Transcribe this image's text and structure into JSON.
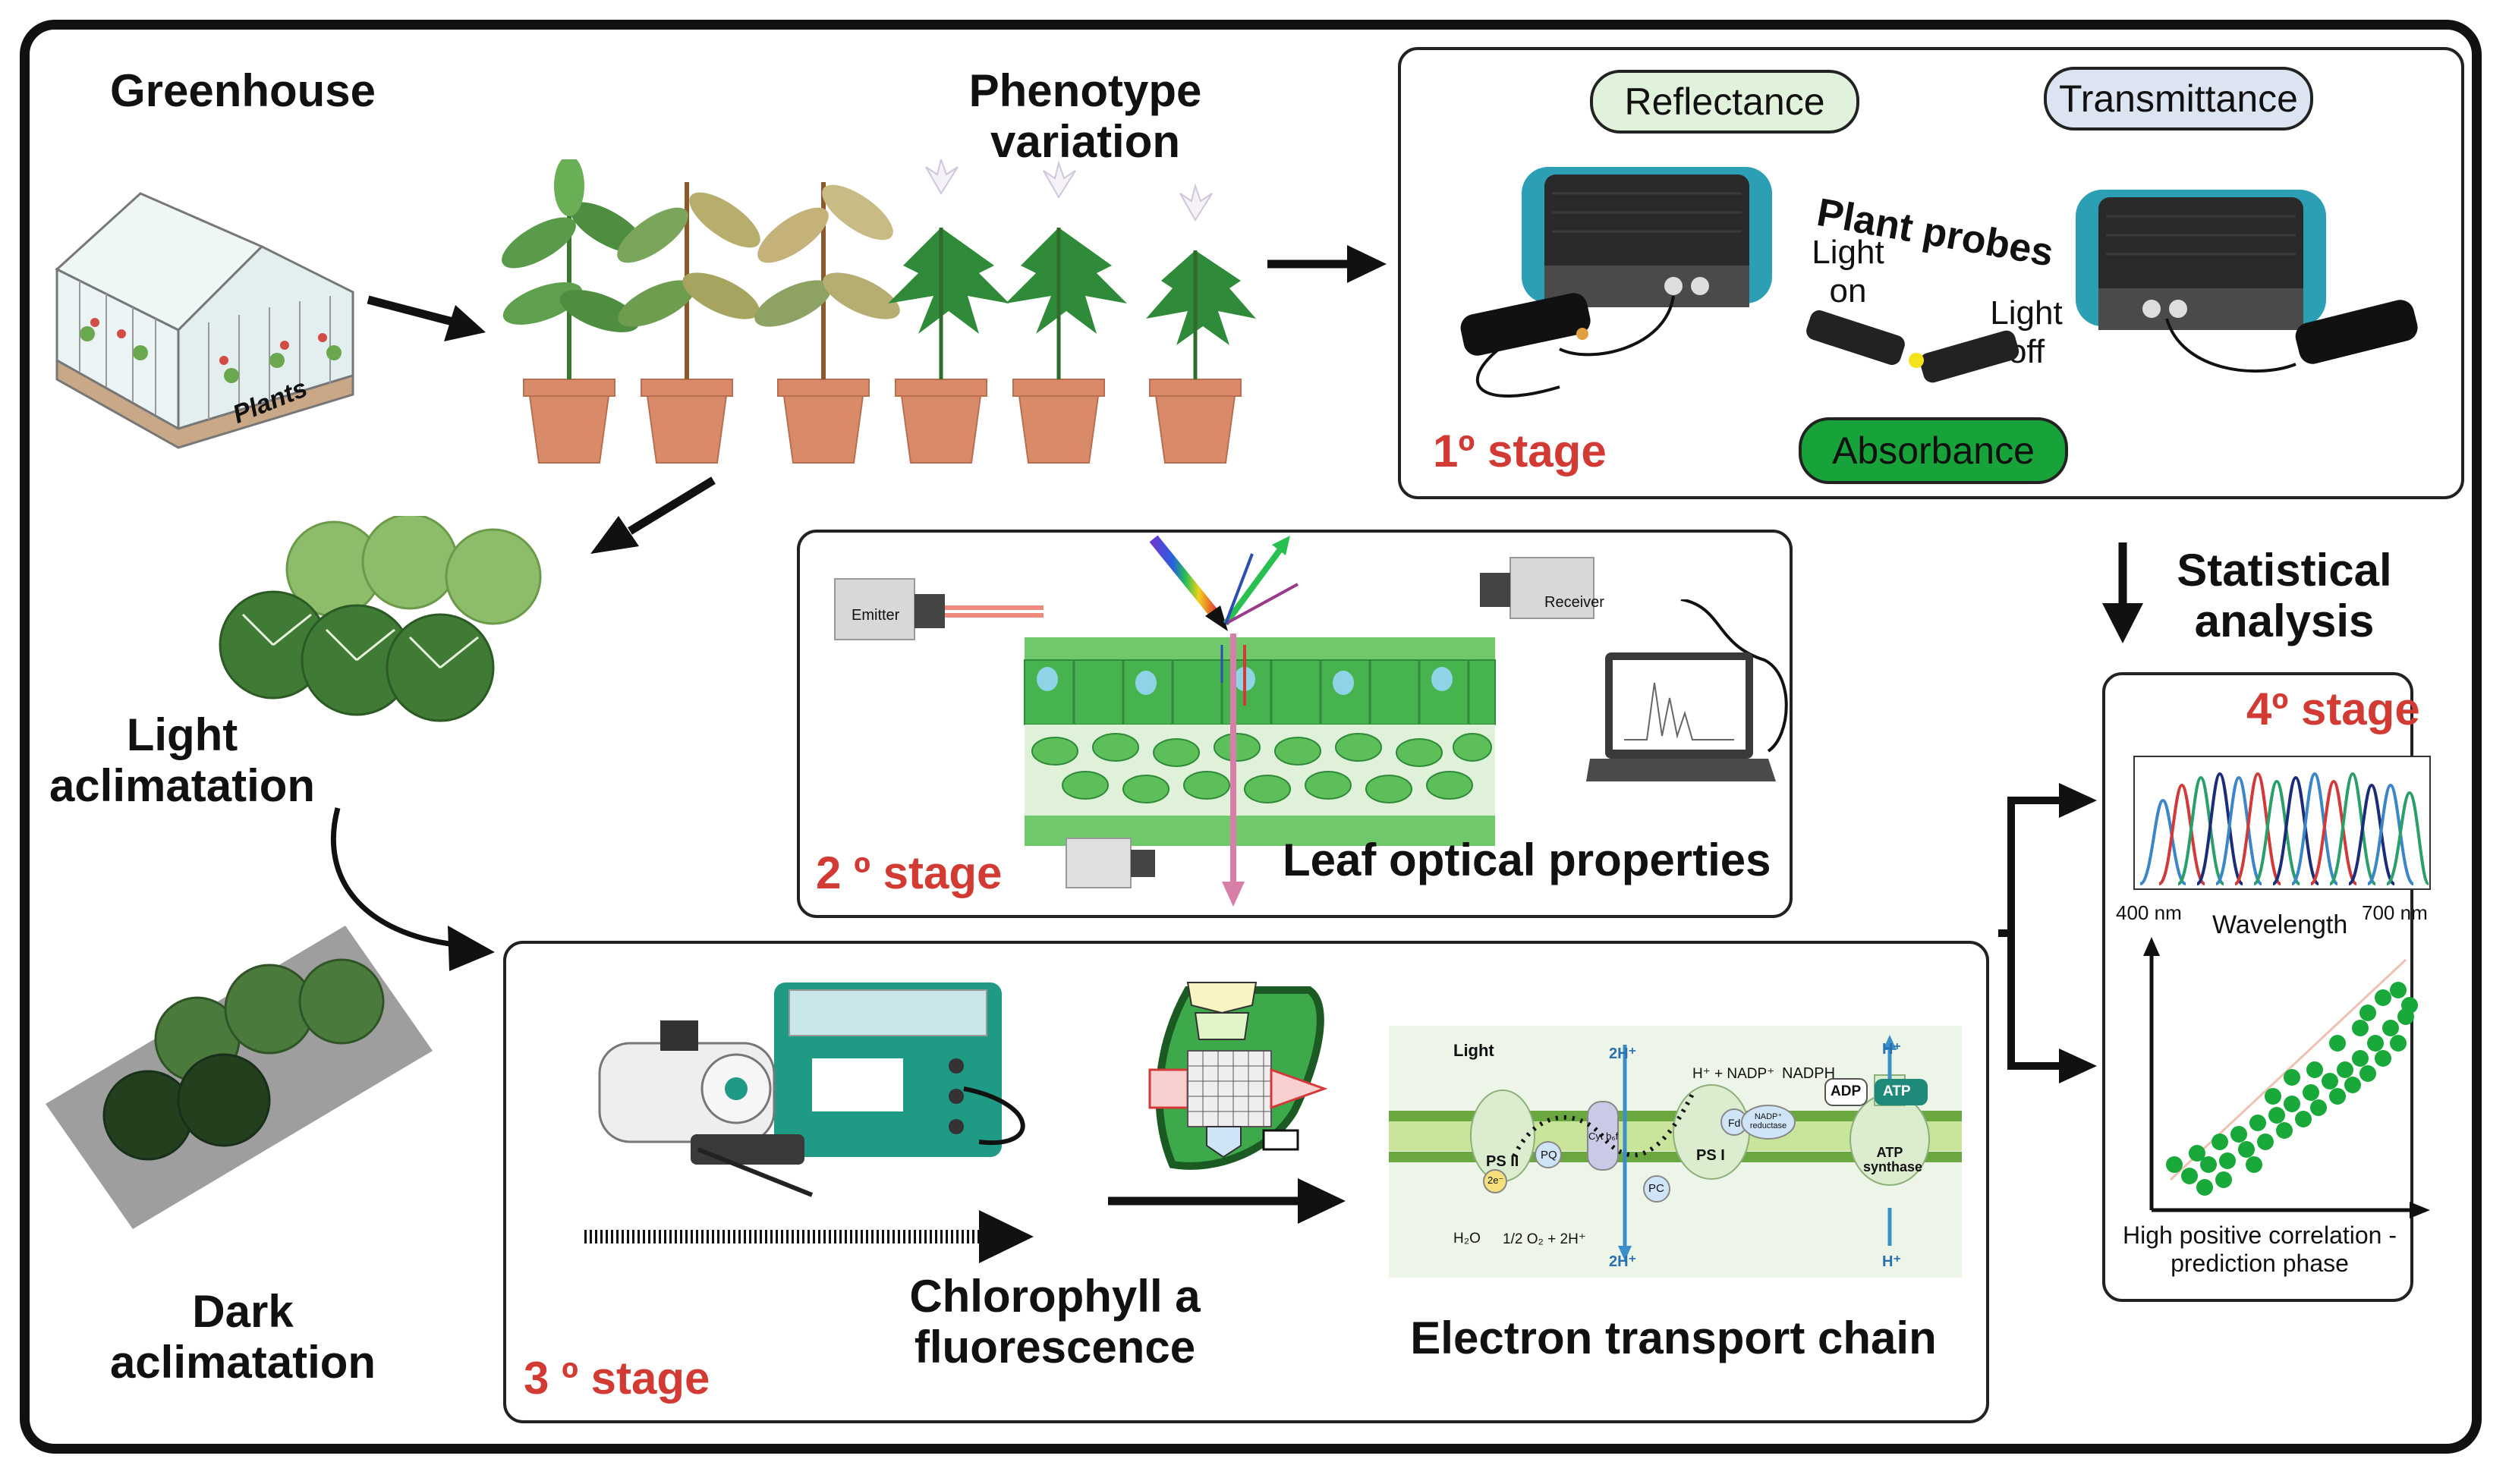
{
  "greenhouse": {
    "title": "Greenhouse",
    "plants_label": "Plants"
  },
  "phenotype": {
    "title_line1": "Phenotype",
    "title_line2": "variation"
  },
  "stage1": {
    "reflectance": "Reflectance",
    "transmittance": "Transmittance",
    "plant_probes": "Plant probes",
    "light_on_line1": "Light",
    "light_on_line2": "on",
    "light_off_line1": "Light",
    "light_off_line2": "off",
    "absorbance": "Absorbance",
    "stage_label": "1º stage"
  },
  "statistical": {
    "line1": "Statistical",
    "line2": "analysis"
  },
  "stage2": {
    "emitter": "Emitter",
    "receiver": "Receiver",
    "stage_label": "2 º stage",
    "title": "Leaf optical properties"
  },
  "light_acclim": {
    "line1": "Light",
    "line2": "aclimatation"
  },
  "dark_acclim": {
    "line1": "Dark",
    "line2": "aclimatation"
  },
  "stage3": {
    "stage_label": "3 º stage",
    "chl_line1": "Chlorophyll a",
    "chl_line2": "fluorescence",
    "etc_title": "Electron transport chain",
    "etc": {
      "light": "Light",
      "two_h_top": "2H⁺",
      "h_nadp": "H⁺ + NADP⁺",
      "nadph": "NADPH",
      "adp": "ADP",
      "atp": "ATP",
      "h_top": "H⁺",
      "ps2": "PS II",
      "pq": "PQ",
      "cytb6f": "Cyt b₆f",
      "fd": "Fd",
      "nadp_reductase": "NADP⁺ reductase",
      "ps1": "PS I",
      "atp_synthase": "ATP synthase",
      "pc": "PC",
      "two_e": "2e⁻",
      "water": "H₂O",
      "oxygen": "1/2 O₂ + 2H⁺",
      "two_h_bottom": "2H⁺",
      "h_bottom": "H⁺"
    }
  },
  "stage4": {
    "stage_label": "4º stage",
    "wl_left": "400 nm",
    "wl_center": "Wavelength",
    "wl_right": "700 nm",
    "corr_line1": "High positive correlation -",
    "corr_line2": "prediction phase"
  },
  "colors": {
    "stage_red": "#d23b34",
    "reflectance_fill": "#e1f2dc",
    "transmittance_fill": "#dce3f1",
    "absorbance_fill": "#17a23a",
    "leaf_green": "#3da94a",
    "scatter_green": "#19a83a"
  },
  "icons": [
    "greenhouse-icon",
    "plant-icon",
    "spectrometer-icon",
    "leaf-probe-icon",
    "leaf-cross-section-icon",
    "laptop-icon",
    "fluorometer-icon",
    "leaf-clip-icon",
    "thylakoid-membrane-icon",
    "spectra-plot-icon",
    "scatter-plot-icon"
  ]
}
